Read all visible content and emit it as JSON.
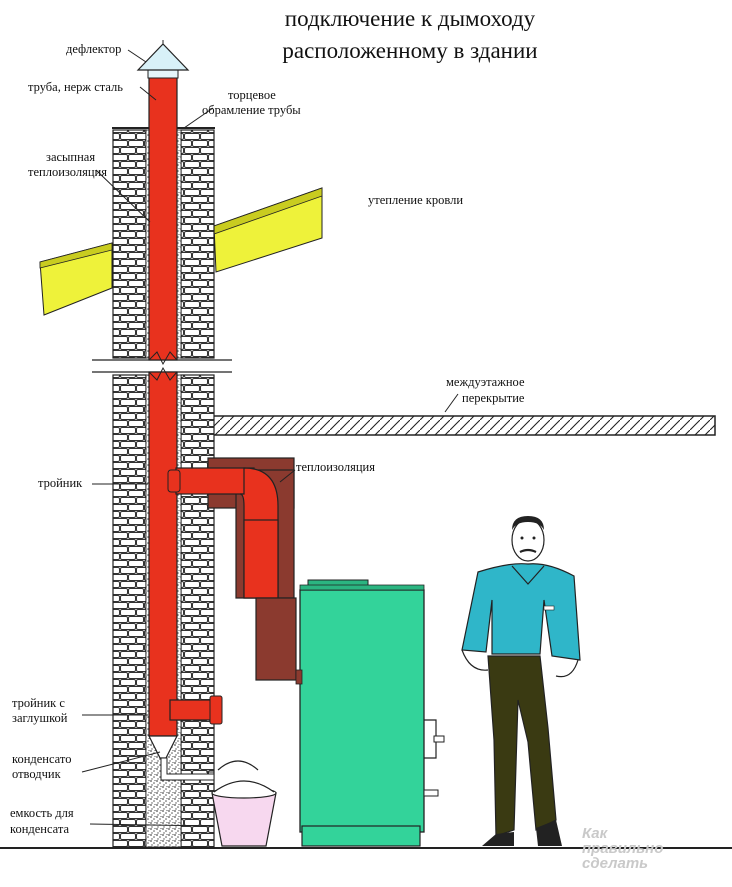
{
  "title": {
    "line1": "подключение к дымоходу",
    "line2": "расположенному в здании"
  },
  "labels": {
    "deflector": "дефлектор",
    "pipe": "труба, нерж сталь",
    "trim_line1": "торцевое",
    "trim_line2": "обрамление трубы",
    "fill_insulation_line1": "засыпная",
    "fill_insulation_line2": "теплоизоляция",
    "roof_insulation": "утепление кровли",
    "floor_line1": "междуэтажное",
    "floor_line2": "перекрытие",
    "tee": "тройник",
    "thermal_insulation": "теплоизоляция",
    "tee_cap_line1": "тройник с",
    "tee_cap_line2": "заглушкой",
    "condensate_line1": "конденсато",
    "condensate_line2": "отводчик",
    "container_line1": "емкость для",
    "container_line2": "конденсата"
  },
  "watermark": {
    "line1": "Как",
    "line2": "правильно",
    "line3": "сделать"
  },
  "colors": {
    "pipe": "#e8321e",
    "insulation": "#8b3a2f",
    "boiler": "#33d39a",
    "roof": "#eef23a",
    "shirt": "#2fb6c9",
    "trousers": "#3a3a12",
    "container": "#f7d8ef"
  }
}
